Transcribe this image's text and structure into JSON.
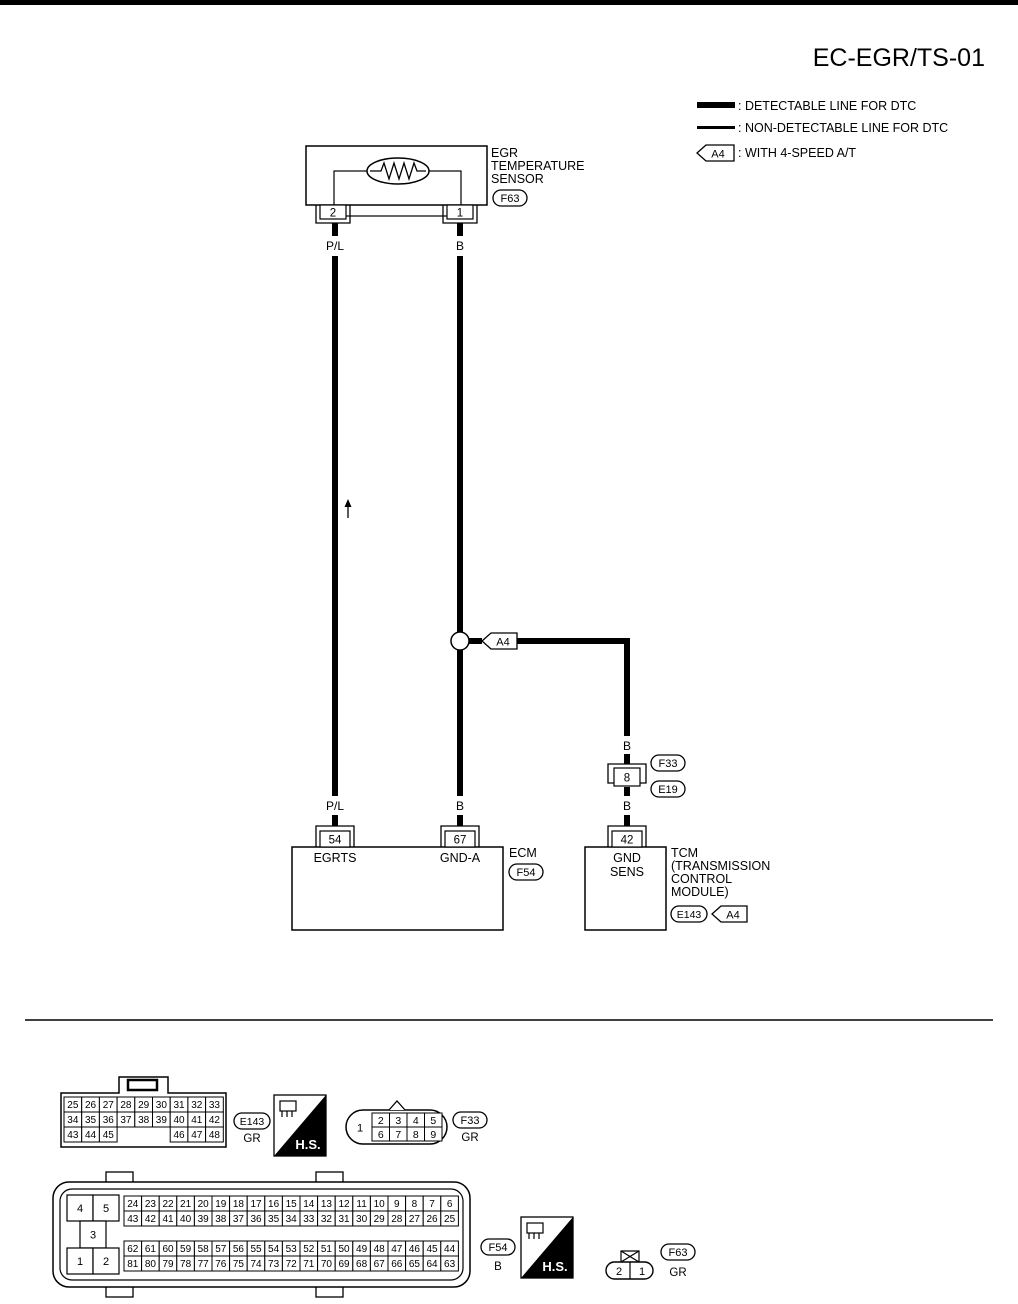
{
  "page_id": "EC-EGR/TS-01",
  "legend": {
    "detectable": ": DETECTABLE LINE FOR DTC",
    "non_detectable": ": NON-DETECTABLE LINE FOR DTC",
    "variant_tag": "A4",
    "variant_text": ": WITH 4-SPEED A/T"
  },
  "sensor": {
    "name_lines": [
      "EGR",
      "TEMPERATURE",
      "SENSOR"
    ],
    "connector": "F63",
    "pin_left": "2",
    "pin_right": "1"
  },
  "wires": {
    "left_color": "P/L",
    "right_color": "B",
    "branch_tag": "A4",
    "tcm_color_upper": "B",
    "tcm_color_lower": "B"
  },
  "joint": {
    "pin": "8",
    "conn_upper": "F33",
    "conn_lower": "E19"
  },
  "ecm": {
    "name": "ECM",
    "connector": "F54",
    "pin_left": "54",
    "pin_right": "67",
    "label_left": "EGRTS",
    "label_right": "GND-A"
  },
  "tcm": {
    "name_lines": [
      "TCM",
      "(TRANSMISSION",
      "CONTROL",
      "MODULE)"
    ],
    "connector": "E143",
    "variant_tag": "A4",
    "pin": "42",
    "label_lines": [
      "GND",
      "SENS"
    ]
  },
  "connectors": {
    "e143": {
      "id": "E143",
      "color": "GR",
      "rows": [
        [
          "25",
          "26",
          "27",
          "28",
          "29",
          "30",
          "31",
          "32",
          "33"
        ],
        [
          "34",
          "35",
          "36",
          "37",
          "38",
          "39",
          "40",
          "41",
          "42"
        ],
        [
          "43",
          "44",
          "45",
          "46",
          "47",
          "48"
        ]
      ],
      "hs": "H.S."
    },
    "f33": {
      "id": "F33",
      "color": "GR",
      "big": "1",
      "row1": [
        "2",
        "3",
        "4",
        "5"
      ],
      "row2": [
        "6",
        "7",
        "8",
        "9"
      ]
    },
    "f54": {
      "id": "F54",
      "color": "B",
      "rows": [
        [
          "24",
          "23",
          "22",
          "21",
          "20",
          "19",
          "18",
          "17",
          "16",
          "15",
          "14",
          "13",
          "12",
          "11",
          "10",
          "9",
          "8",
          "7",
          "6"
        ],
        [
          "43",
          "42",
          "41",
          "40",
          "39",
          "38",
          "37",
          "36",
          "35",
          "34",
          "33",
          "32",
          "31",
          "30",
          "29",
          "28",
          "27",
          "26",
          "25"
        ],
        [
          "62",
          "61",
          "60",
          "59",
          "58",
          "57",
          "56",
          "55",
          "54",
          "53",
          "52",
          "51",
          "50",
          "49",
          "48",
          "47",
          "46",
          "45",
          "44"
        ],
        [
          "81",
          "80",
          "79",
          "78",
          "77",
          "76",
          "75",
          "74",
          "73",
          "72",
          "71",
          "70",
          "69",
          "68",
          "67",
          "66",
          "65",
          "64",
          "63"
        ]
      ],
      "left_pins": [
        "4",
        "5",
        "3",
        "1",
        "2"
      ],
      "hs": "H.S."
    },
    "f63": {
      "id": "F63",
      "color": "GR",
      "pins": [
        "2",
        "1"
      ]
    }
  }
}
